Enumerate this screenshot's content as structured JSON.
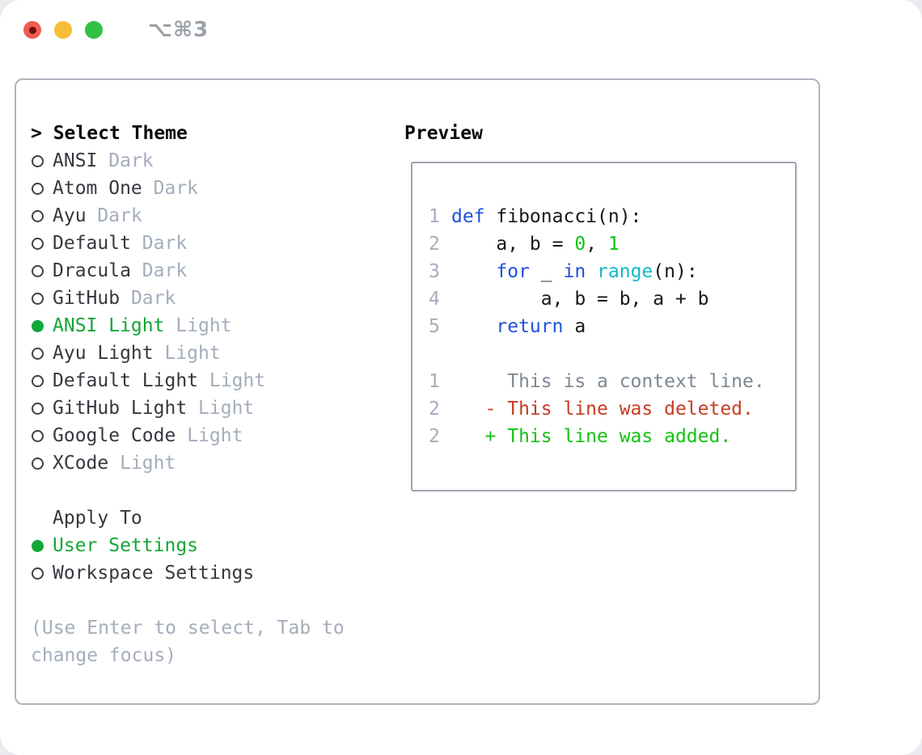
{
  "window": {
    "title": "⌥⌘3"
  },
  "theme_picker": {
    "header_prefix": "> ",
    "header": "Select Theme",
    "items": [
      {
        "name": "ANSI",
        "tag": "Dark",
        "selected": false
      },
      {
        "name": "Atom One",
        "tag": "Dark",
        "selected": false
      },
      {
        "name": "Ayu",
        "tag": "Dark",
        "selected": false
      },
      {
        "name": "Default",
        "tag": "Dark",
        "selected": false
      },
      {
        "name": "Dracula",
        "tag": "Dark",
        "selected": false
      },
      {
        "name": "GitHub",
        "tag": "Dark",
        "selected": false
      },
      {
        "name": "ANSI Light",
        "tag": "Light",
        "selected": true
      },
      {
        "name": "Ayu Light",
        "tag": "Light",
        "selected": false
      },
      {
        "name": "Default Light",
        "tag": "Light",
        "selected": false
      },
      {
        "name": "GitHub Light",
        "tag": "Light",
        "selected": false
      },
      {
        "name": "Google Code",
        "tag": "Light",
        "selected": false
      },
      {
        "name": "XCode",
        "tag": "Light",
        "selected": false
      }
    ]
  },
  "apply_to": {
    "header": "Apply To",
    "options": [
      {
        "name": "User Settings",
        "selected": true
      },
      {
        "name": "Workspace Settings",
        "selected": false
      }
    ]
  },
  "hint": "(Use Enter to select, Tab to change focus)",
  "preview": {
    "header": "Preview",
    "lines": [
      {
        "num": "1",
        "tokens": [
          {
            "text": "def",
            "cls": "kw"
          },
          {
            "text": " fibonacci(n):",
            "cls": "plain"
          }
        ]
      },
      {
        "num": "2",
        "tokens": [
          {
            "text": "    a, b = ",
            "cls": "plain"
          },
          {
            "text": "0",
            "cls": "num-lit"
          },
          {
            "text": ", ",
            "cls": "plain"
          },
          {
            "text": "1",
            "cls": "num-lit"
          }
        ]
      },
      {
        "num": "3",
        "tokens": [
          {
            "text": "    ",
            "cls": "plain"
          },
          {
            "text": "for",
            "cls": "kw"
          },
          {
            "text": " _ ",
            "cls": "plain"
          },
          {
            "text": "in",
            "cls": "kw"
          },
          {
            "text": " ",
            "cls": "plain"
          },
          {
            "text": "range",
            "cls": "builtin"
          },
          {
            "text": "(n):",
            "cls": "plain"
          }
        ]
      },
      {
        "num": "4",
        "tokens": [
          {
            "text": "        a, b = b, a + b",
            "cls": "plain"
          }
        ]
      },
      {
        "num": "5",
        "tokens": [
          {
            "text": "    ",
            "cls": "plain"
          },
          {
            "text": "return",
            "cls": "kw"
          },
          {
            "text": " a",
            "cls": "plain"
          }
        ]
      },
      {
        "num": "",
        "tokens": []
      },
      {
        "num": "1",
        "tokens": [
          {
            "text": "     This is a context line.",
            "cls": "context"
          }
        ]
      },
      {
        "num": "2",
        "tokens": [
          {
            "text": "   - This line was deleted.",
            "cls": "deleted"
          }
        ]
      },
      {
        "num": "2",
        "tokens": [
          {
            "text": "   + This line was added.",
            "cls": "added"
          }
        ]
      }
    ]
  },
  "colors": {
    "accent_green": "#12a637",
    "added_green": "#12c312",
    "deleted_red": "#c63c22",
    "keyword_blue": "#1e51dc",
    "builtin_cyan": "#12b9c6",
    "muted_gray": "#a4adbb",
    "context_gray": "#7e8894",
    "panel_border": "#adb5bf"
  }
}
